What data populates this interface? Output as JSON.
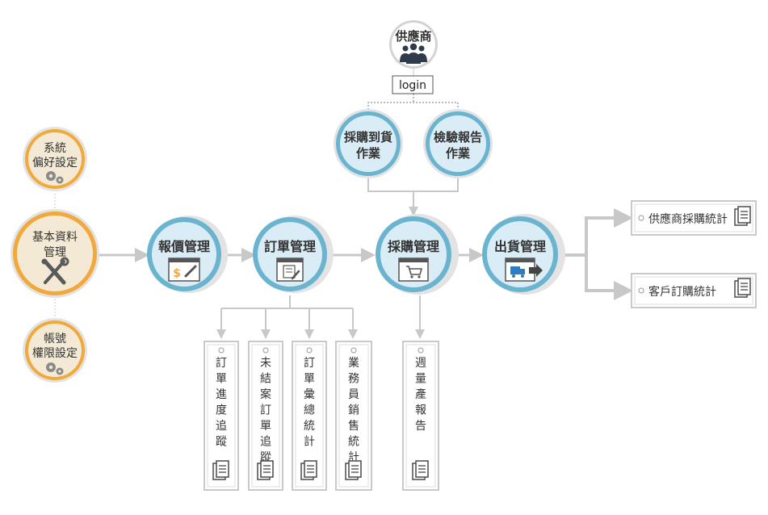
{
  "supplier": {
    "label": "供應商",
    "login": "login"
  },
  "supplier_functions": [
    {
      "line1": "採購到貨",
      "line2": "作業"
    },
    {
      "line1": "檢驗報告",
      "line2": "作業"
    }
  ],
  "side_nodes": [
    {
      "line1": "系統",
      "line2": "偏好設定"
    },
    {
      "line1": "基本資料",
      "line2": "管理"
    },
    {
      "line1": "帳號",
      "line2": "權限設定"
    }
  ],
  "flow_nodes": [
    {
      "label": "報價管理"
    },
    {
      "label": "訂單管理"
    },
    {
      "label": "採購管理"
    },
    {
      "label": "出貨管理"
    }
  ],
  "order_reports": [
    {
      "chars": [
        "訂",
        "單",
        "進",
        "度",
        "追",
        "蹤"
      ]
    },
    {
      "chars": [
        "未",
        "結",
        "案",
        "訂",
        "單",
        "追",
        "蹤"
      ]
    },
    {
      "chars": [
        "訂",
        "單",
        "彙",
        "總",
        "統",
        "計"
      ]
    },
    {
      "chars": [
        "業",
        "務",
        "員",
        "銷",
        "售",
        "統",
        "計"
      ]
    }
  ],
  "purchase_reports": [
    {
      "chars": [
        "週",
        "量",
        "產",
        "報",
        "告"
      ]
    }
  ],
  "shipping_reports": [
    {
      "label": "供應商採購統計"
    },
    {
      "label": "客戶訂購統計"
    }
  ],
  "colors": {
    "blue_ring": "#6ab4cf",
    "blue_fill": "#daedf6",
    "orange_ring": "#f2a93b",
    "beige_fill": "#f3e9d4",
    "connector": "#c8c8c8",
    "text": "#333333"
  }
}
